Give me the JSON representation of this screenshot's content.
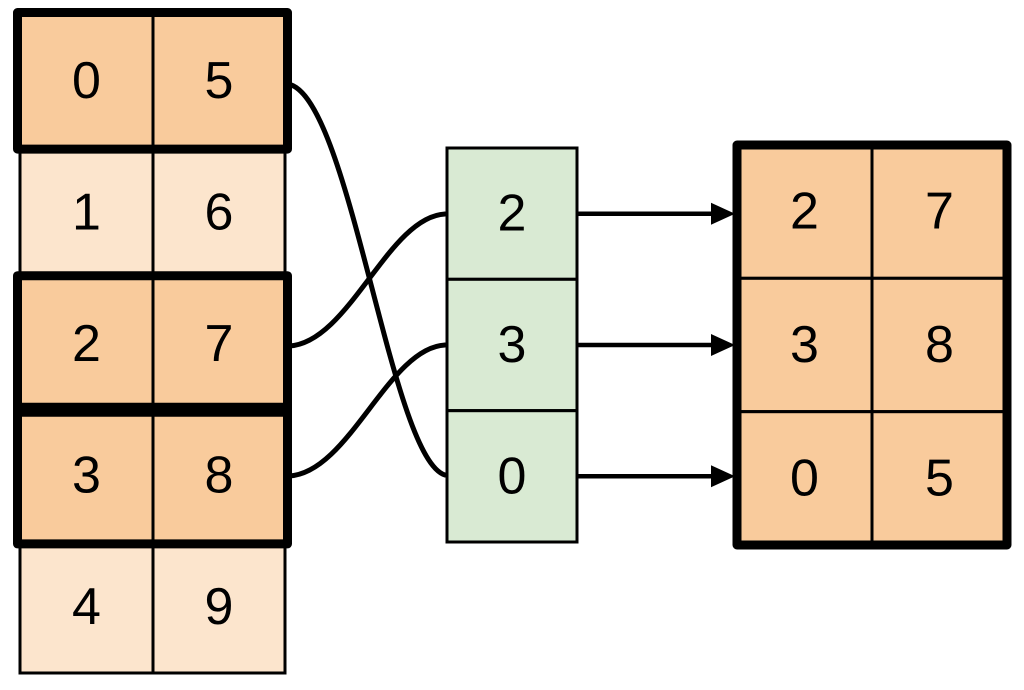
{
  "colors": {
    "background": "#FFFFFF",
    "highlight_fill": "#F9CB9C",
    "plain_fill": "#FCE5CD",
    "index_fill": "#D9EAD3",
    "line": "#000000"
  },
  "source_table": {
    "rows": [
      {
        "cells": [
          "0",
          "5"
        ],
        "highlighted": true
      },
      {
        "cells": [
          "1",
          "6"
        ],
        "highlighted": false
      },
      {
        "cells": [
          "2",
          "7"
        ],
        "highlighted": true
      },
      {
        "cells": [
          "3",
          "8"
        ],
        "highlighted": true
      },
      {
        "cells": [
          "4",
          "9"
        ],
        "highlighted": false
      }
    ]
  },
  "index_column": {
    "cells": [
      "2",
      "3",
      "0"
    ]
  },
  "result_table": {
    "rows": [
      {
        "cells": [
          "2",
          "7"
        ]
      },
      {
        "cells": [
          "3",
          "8"
        ]
      },
      {
        "cells": [
          "0",
          "5"
        ]
      }
    ]
  },
  "connections": {
    "curves": [
      {
        "from_source_row": 0,
        "to_index_value": "0"
      },
      {
        "from_source_row": 2,
        "to_index_value": "2"
      },
      {
        "from_source_row": 3,
        "to_index_value": "3"
      }
    ],
    "arrows": [
      {
        "from_index_value": "2",
        "to_result_row": 0
      },
      {
        "from_index_value": "3",
        "to_result_row": 1
      },
      {
        "from_index_value": "0",
        "to_result_row": 2
      }
    ]
  }
}
